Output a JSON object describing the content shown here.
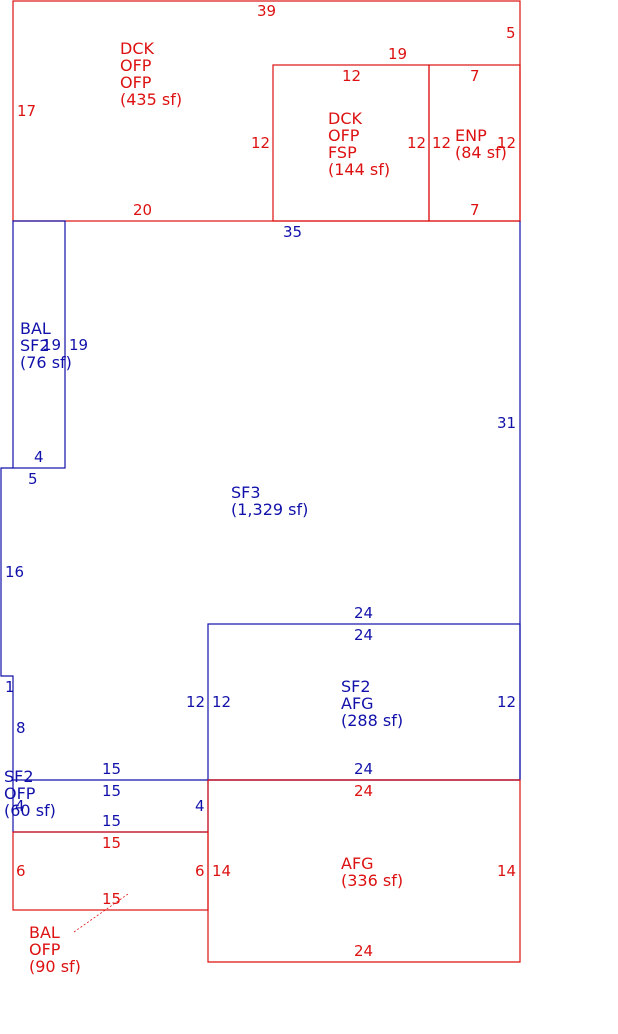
{
  "colors": {
    "red": "#dd1111",
    "blue": "#1111aa"
  },
  "areas": {
    "dck_ofp": {
      "lines": [
        "DCK",
        "OFP",
        "OFP",
        "(435 sf)"
      ]
    },
    "dck_fsp": {
      "lines": [
        "DCK",
        "OFP",
        "FSP",
        "(144 sf)"
      ]
    },
    "enp": {
      "lines": [
        "ENP",
        "(84 sf)"
      ]
    },
    "bal_sf2": {
      "lines": [
        "BAL",
        "SF2",
        "(76 sf)"
      ]
    },
    "sf3": {
      "lines": [
        "SF3",
        "(1,329 sf)"
      ]
    },
    "sf2_afg": {
      "lines": [
        "SF2",
        "AFG",
        "(288 sf)"
      ]
    },
    "sf2_ofp": {
      "lines": [
        "SF2",
        "OFP",
        "(60 sf)"
      ]
    },
    "afg": {
      "lines": [
        "AFG",
        "(336 sf)"
      ]
    },
    "bal_ofp": {
      "lines": [
        "BAL",
        "OFP",
        "(90 sf)"
      ]
    }
  },
  "dims": {
    "d39": "39",
    "d5a": "5",
    "d19a": "19",
    "d17": "17",
    "d12a": "12",
    "d7a": "7",
    "d12b": "12",
    "d12c": "12",
    "d12d": "12",
    "d12e": "12",
    "d20": "20",
    "d7b": "7",
    "d35": "35",
    "d19b": "19",
    "d19c": "19",
    "d4a": "4",
    "d5b": "5",
    "d31": "31",
    "d16": "16",
    "d24a": "24",
    "d24b": "24",
    "d1": "1",
    "d12f": "12",
    "d12g": "12",
    "d12h": "12",
    "d8": "8",
    "d15a": "15",
    "d24c": "24",
    "d15b": "15",
    "d24d": "24",
    "d4b": "4",
    "d4c": "4",
    "d15c": "15",
    "d15d": "15",
    "d6a": "6",
    "d6b": "6",
    "d14a": "14",
    "d14b": "14",
    "d15e": "15",
    "d24e": "24"
  }
}
